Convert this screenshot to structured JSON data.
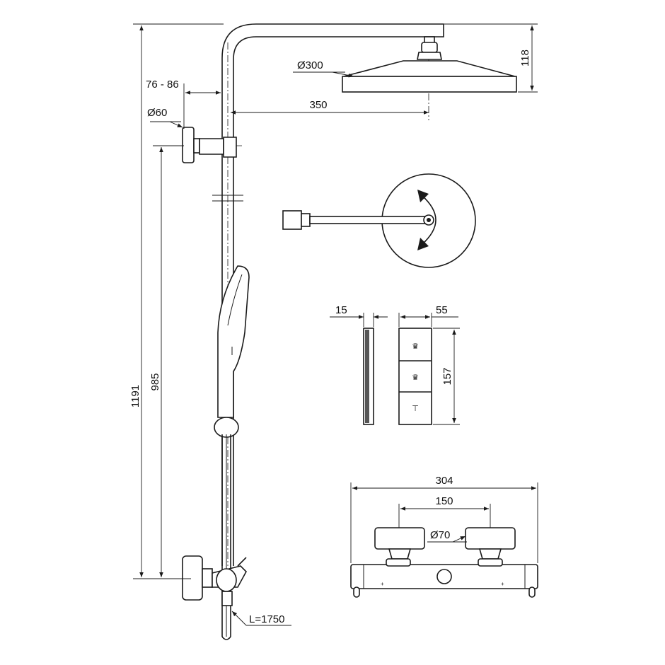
{
  "dimensions": {
    "overall_height": "1191",
    "rail_height": "985",
    "offset_range": "76 - 86",
    "bracket_dia": "Ø60",
    "head_dia": "Ø300",
    "arm_reach": "350",
    "head_height": "118",
    "panel_depth": "15",
    "panel_width": "55",
    "panel_height": "157",
    "mixer_length": "304",
    "mixer_centers": "150",
    "knob_dia": "Ø70",
    "hose_length": "L=1750"
  },
  "colors": {
    "line": "#1a1a1a",
    "background": "#ffffff"
  },
  "icons": [
    "ideal-standard-logo-icon",
    "ideal-standard-logo-icon",
    "thermometer-icon",
    "rotation-arrow-icon"
  ]
}
